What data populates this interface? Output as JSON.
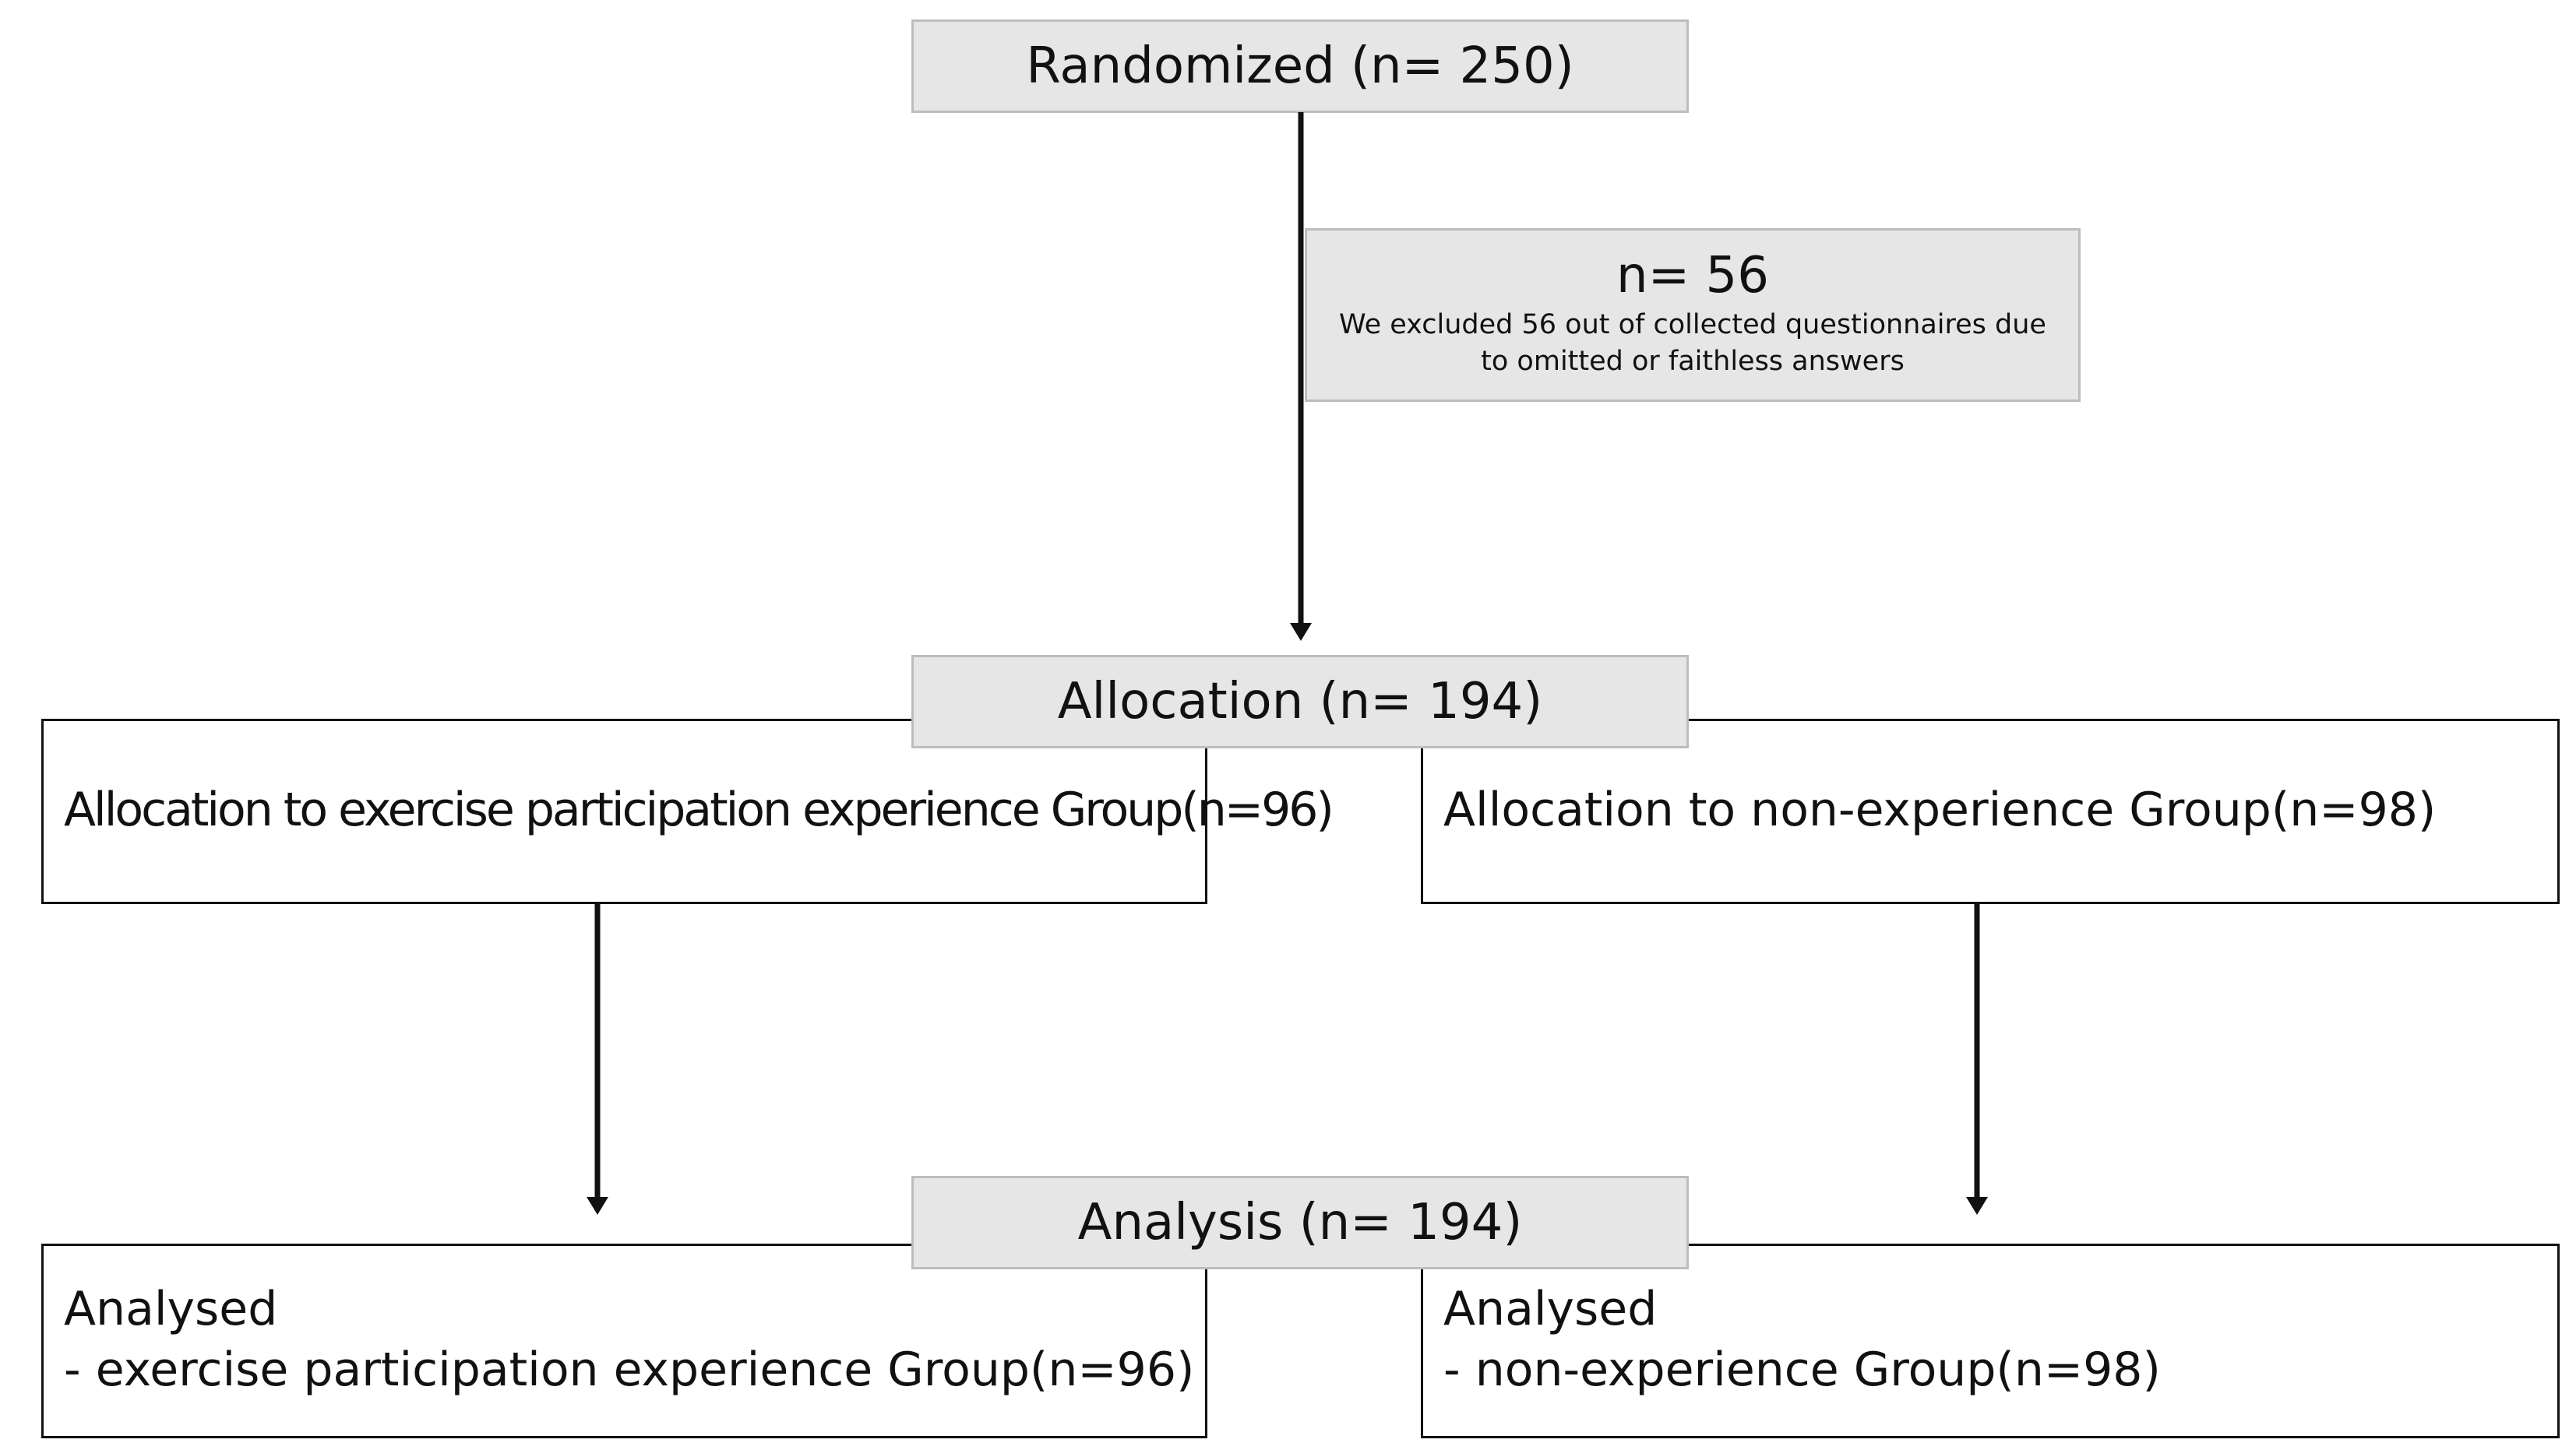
{
  "randomized": {
    "label": "Randomized (n= 250)"
  },
  "excluded": {
    "count": "n= 56",
    "note_line1": "We excluded 56 out of collected questionnaires due",
    "note_line2": "to omitted or faithless answers"
  },
  "allocation": {
    "label": "Allocation (n= 194)",
    "left_group": "Allocation to exercise participation experience Group(n=96)",
    "right_group": "Allocation to non-experience Group(n=98)"
  },
  "analysis": {
    "label": "Analysis (n= 194)",
    "left": {
      "title": "Analysed",
      "detail": "- exercise participation experience Group(n=96)"
    },
    "right": {
      "title": "Analysed",
      "detail": "- non-experience Group(n=98)"
    }
  },
  "colors": {
    "header_fill": "#e6e6e6",
    "header_border": "#bdbdbd",
    "line": "#111111"
  }
}
